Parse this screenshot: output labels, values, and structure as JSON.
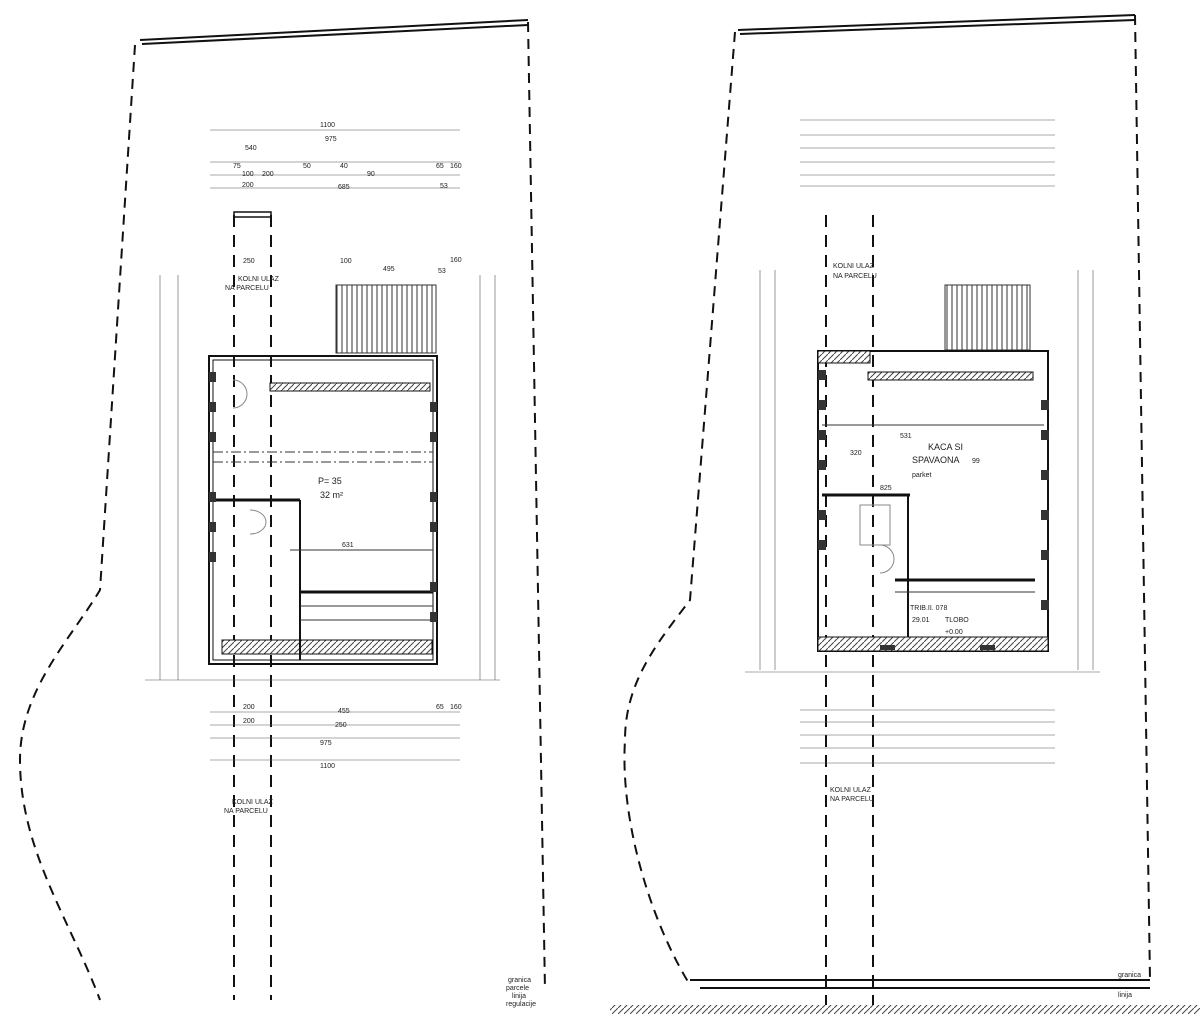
{
  "plans": {
    "left": {
      "top_dims": [
        "1100",
        "975",
        "540",
        "75",
        "100",
        "200",
        "200",
        "50",
        "40",
        "90",
        "685",
        "65",
        "160",
        "53"
      ],
      "side_dims": [
        "250",
        "495",
        "160",
        "53",
        "100"
      ],
      "room_area": "P= 35",
      "room_area_m2": "32 m²",
      "inner_dim": "631",
      "access_label": [
        "KOLNI ULAZ",
        "NA PARCELU"
      ],
      "bottom_dims": [
        "200",
        "200",
        "455",
        "250",
        "65",
        "160",
        "975",
        "1100"
      ]
    },
    "right": {
      "room_name": [
        "KACA SI",
        "SPAVAONA"
      ],
      "floor": "parket",
      "room_dims": [
        "320",
        "531",
        "825",
        "99"
      ],
      "bottom_info": [
        "TRIB.II. 078",
        "29.01",
        "TLOBO",
        "+0.00"
      ],
      "access_label": [
        "KOLNI ULAZ",
        "NA PARCELU"
      ]
    }
  },
  "legend": [
    "granica",
    "parcele",
    "linija",
    "regulacije"
  ],
  "colors": {
    "line": "#111111",
    "hatch": "#555555",
    "wall": "#333333"
  }
}
